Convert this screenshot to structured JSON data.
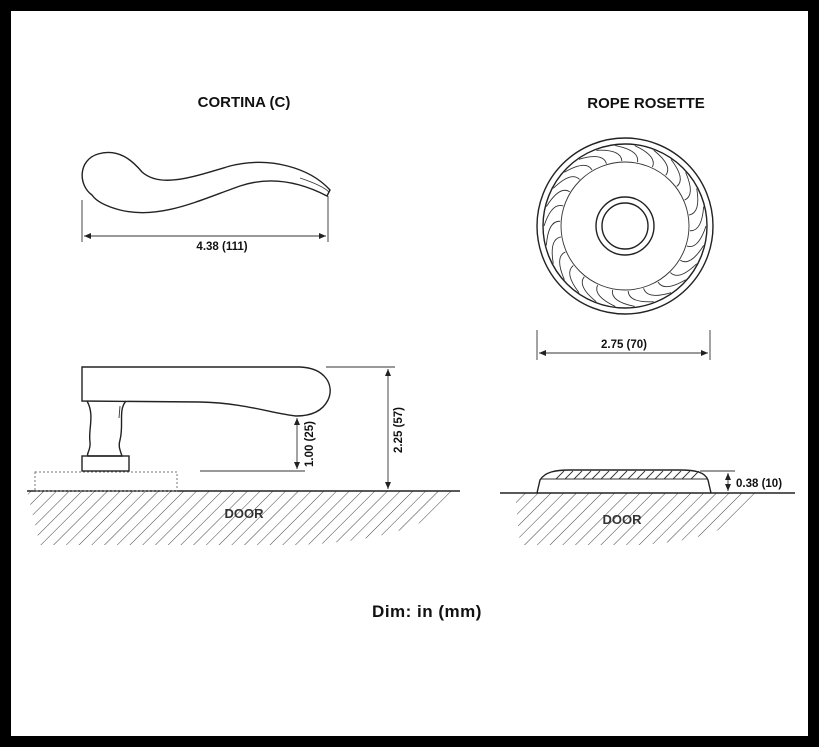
{
  "lever": {
    "title": "CORTINA (C)",
    "length_label": "4.38 (111)",
    "clearance_label": "1.00 (25)",
    "projection_label": "2.25 (57)",
    "door_label": "DOOR"
  },
  "rosette": {
    "title": "ROPE ROSETTE",
    "diameter_label": "2.75 (70)",
    "height_label": "0.38 (10)",
    "door_label": "DOOR"
  },
  "footer": {
    "units_label": "Dim: in (mm)"
  }
}
